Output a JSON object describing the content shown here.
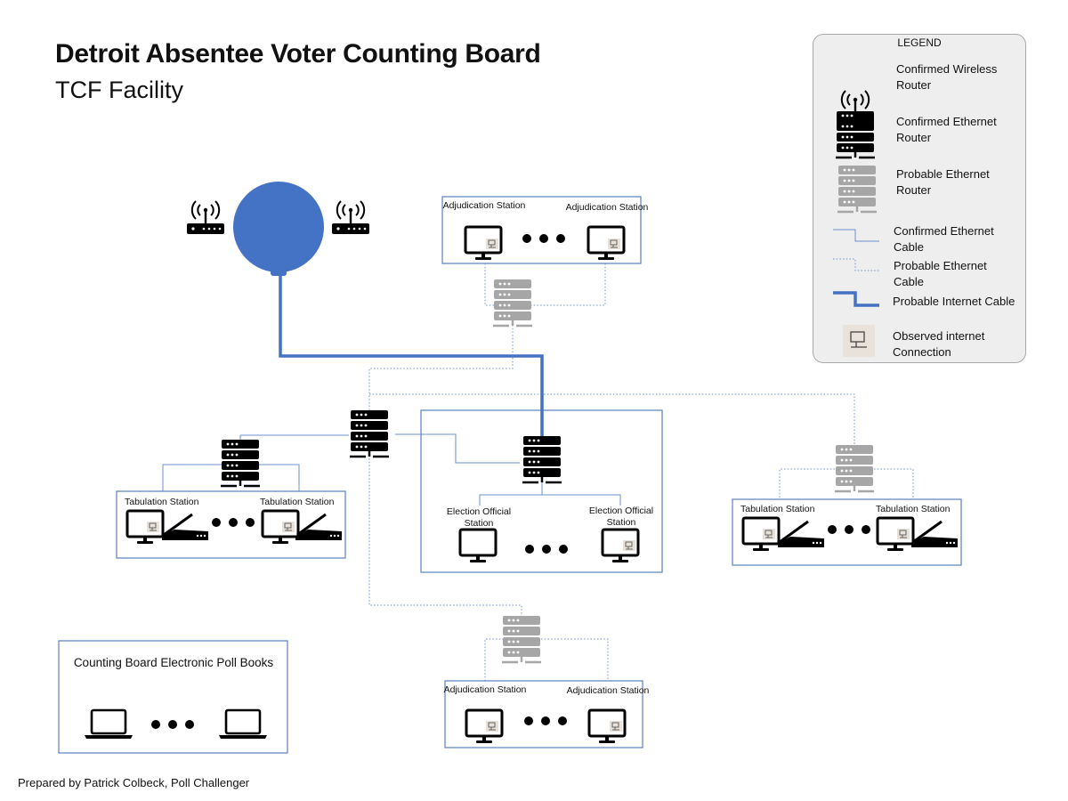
{
  "header": {
    "title": "Detroit Absentee Voter Counting Board",
    "subtitle": "TCF Facility"
  },
  "legend": {
    "title": "LEGEND",
    "items": [
      {
        "icon": "wireless-router-icon",
        "label": "Confirmed Wireless Router"
      },
      {
        "icon": "ethernet-router-icon",
        "label": "Confirmed Ethernet Router"
      },
      {
        "icon": "probable-ethernet-router-icon",
        "label": "Probable Ethernet Router"
      },
      {
        "icon": "confirmed-ethernet-cable-icon",
        "label": "Confirmed Ethernet Cable"
      },
      {
        "icon": "probable-ethernet-cable-icon",
        "label": "Probable Ethernet Cable"
      },
      {
        "icon": "probable-internet-cable-icon",
        "label": "Probable Internet Cable"
      },
      {
        "icon": "observed-internet-connection-icon",
        "label": "Observed internet Connection"
      }
    ]
  },
  "stations": {
    "adjudication": "Adjudication Station",
    "tabulation": "Tabulation Station",
    "election_official": "Election Official Station"
  },
  "poll_books": {
    "title": "Counting Board Electronic Poll Books"
  },
  "footer": {
    "text": "Prepared by Patrick Colbeck, Poll Challenger"
  },
  "colors": {
    "internet_cable": "#4472c4",
    "ethernet_cable": "#6f8fd0",
    "box_border": "#5b7fbf",
    "probable_router": "#a6a6a6",
    "confirmed_router": "#000000",
    "internet_node": "#4472c4"
  }
}
